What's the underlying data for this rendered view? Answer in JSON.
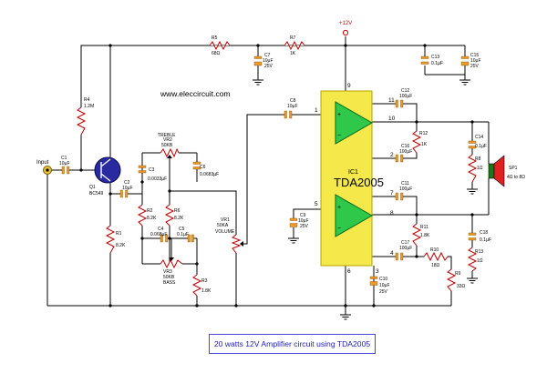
{
  "website": "www.eleccircuit.com",
  "caption": "20 watts 12V Amplifier  circuit using TDA2005",
  "colors": {
    "ic_fill": "#f5e84a",
    "wire": "#000000",
    "supply_label": "#d40000",
    "caption_text": "#2020c0",
    "caption_border": "#4a4ad0",
    "capacitor": "#e89a2a",
    "transistor": "#2a2aa0"
  },
  "supply": {
    "label": "+12V"
  },
  "ic": {
    "ref": "IC1",
    "part": "TDA2005",
    "pins": {
      "p1": "1",
      "p2": "2",
      "p3": "3",
      "p4": "4",
      "p5": "5",
      "p6": "6",
      "p7": "7",
      "p8": "8",
      "p9": "9",
      "p10": "10",
      "p11": "11"
    }
  },
  "input": {
    "label": "Input"
  },
  "transistor": {
    "ref": "Q1",
    "part": "BC549"
  },
  "speaker": {
    "ref": "SP1",
    "value": "4Ω to 8Ω"
  },
  "components": {
    "r1": {
      "ref": "R1",
      "value": "8.2K"
    },
    "r2": {
      "ref": "R2",
      "value": "8.2K"
    },
    "r3": {
      "ref": "R3",
      "value": "1.8K"
    },
    "r4": {
      "ref": "R4",
      "value": "1.2M"
    },
    "r5": {
      "ref": "R5",
      "value": "68Ω"
    },
    "r6": {
      "ref": "R6",
      "value": "8.2K"
    },
    "r7": {
      "ref": "R7",
      "value": "1K"
    },
    "r8": {
      "ref": "R8",
      "value": "1Ω"
    },
    "r9": {
      "ref": "R9",
      "value": "33Ω"
    },
    "r10": {
      "ref": "R10",
      "value": "18Ω"
    },
    "r11": {
      "ref": "R11",
      "value": "1.8K"
    },
    "r12": {
      "ref": "R12",
      "value": "1K"
    },
    "r13": {
      "ref": "R13",
      "value": "1Ω"
    },
    "c1": {
      "ref": "C1",
      "value": "10µF"
    },
    "c2": {
      "ref": "C2",
      "value": "10µF"
    },
    "c3": {
      "ref": "C3",
      "value": "0.0033µF"
    },
    "c4": {
      "ref": "C4",
      "value": "0.068µF"
    },
    "c5": {
      "ref": "C5",
      "value": "0.1µF"
    },
    "c6": {
      "ref": "C6",
      "value": "0.0683µF"
    },
    "c7": {
      "ref": "C7",
      "value": "10µF",
      "voltage": "25V"
    },
    "c8": {
      "ref": "C8",
      "value": "10µF"
    },
    "c9": {
      "ref": "C9",
      "value": "10µF",
      "voltage": "25V"
    },
    "c10": {
      "ref": "C10",
      "value": "10µF",
      "voltage": "25V"
    },
    "c11": {
      "ref": "C11",
      "value": "100µF"
    },
    "c12": {
      "ref": "C12",
      "value": "100µF"
    },
    "c13": {
      "ref": "C13",
      "value": "0.1µF"
    },
    "c14": {
      "ref": "C14",
      "value": "0.1µF"
    },
    "c15": {
      "ref": "C15",
      "value": "10µF",
      "voltage": "25V"
    },
    "c16": {
      "ref": "C16",
      "value": "100µF"
    },
    "c17": {
      "ref": "C17",
      "value": "100µF"
    },
    "c18": {
      "ref": "C18",
      "value": "0.1µF"
    }
  },
  "pots": {
    "vr1": {
      "ref": "VR1",
      "value": "50KA",
      "name": "VOLUME"
    },
    "vr2": {
      "ref": "VR2",
      "value": "50KB",
      "name": "TREBLE"
    },
    "vr3": {
      "ref": "VR3",
      "value": "50KB",
      "name": "BASS"
    }
  }
}
